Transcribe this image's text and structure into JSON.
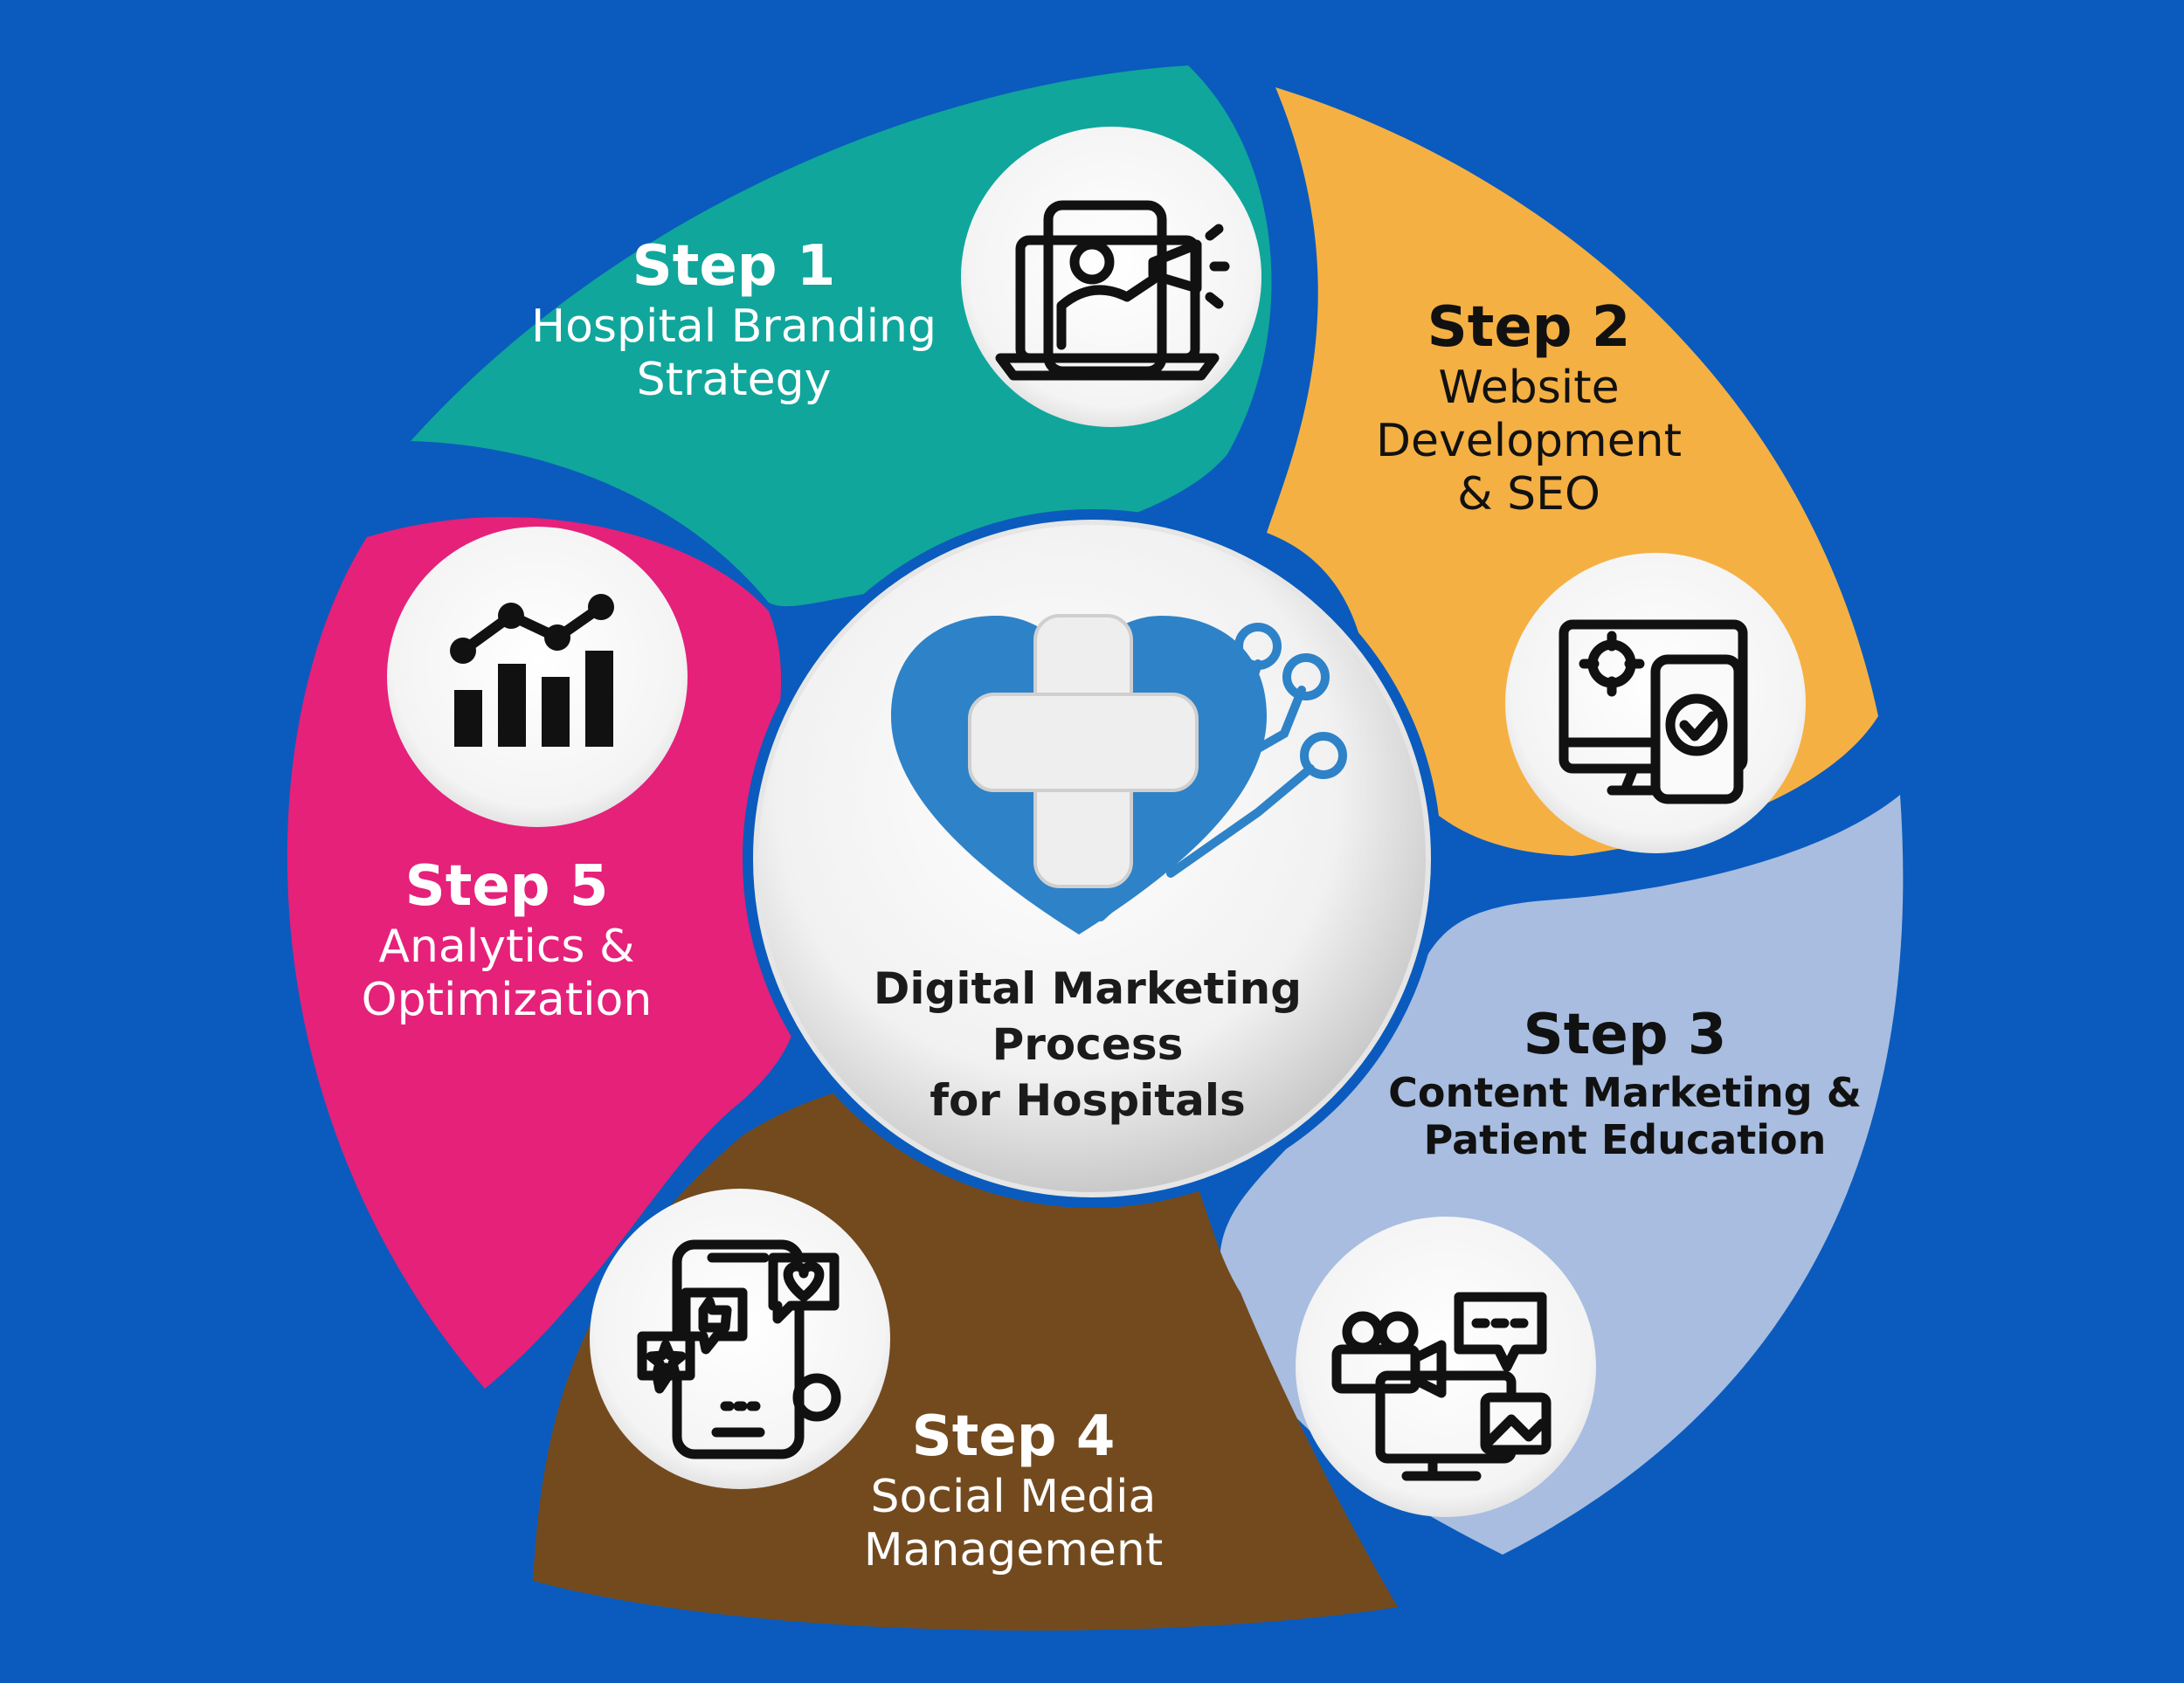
{
  "colors": {
    "background": "#0a5bbd",
    "step1": "#10a69b",
    "step2": "#f5b043",
    "step3": "#a8bde0",
    "step4": "#734a1e",
    "step5": "#e5217a",
    "heart": "#2e82c8",
    "cross": "#eeeeee"
  },
  "center": {
    "title_line1": "Digital Marketing",
    "title_line2": "Process",
    "title_line3": "for Hospitals",
    "icon": "heart-cross-icon"
  },
  "steps": [
    {
      "step": "Step 1",
      "line1": "Hospital Branding",
      "line2": "Strategy",
      "icon": "megaphone-presenter-icon"
    },
    {
      "step": "Step 2",
      "line1": "Website",
      "line2": "Development",
      "line3": "& SEO",
      "icon": "website-devices-icon"
    },
    {
      "step": "Step 3",
      "line1": "Content Marketing &",
      "line2": "Patient Education",
      "icon": "video-content-icon"
    },
    {
      "step": "Step 4",
      "line1": "Social Media",
      "line2": "Management",
      "icon": "social-phone-icon"
    },
    {
      "step": "Step 5",
      "line1": "Analytics &",
      "line2": "Optimization",
      "icon": "bar-chart-icon"
    }
  ]
}
